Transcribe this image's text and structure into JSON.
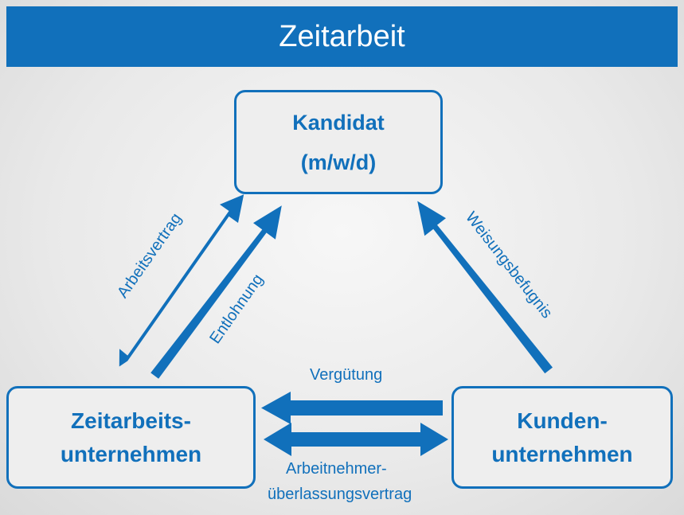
{
  "title": "Zeitarbeit",
  "nodes": {
    "kandidat": [
      "Kandidat",
      "(m/w/d)"
    ],
    "zeitarbeitsunternehmen": [
      "Zeitarbeits-",
      "unternehmen"
    ],
    "kundenunternehmen": [
      "Kunden-",
      "unternehmen"
    ]
  },
  "edges": {
    "arbeitsvertrag": "Arbeitsvertrag",
    "entlohnung": "Entlohnung",
    "weisungsbefugnis": "Weisungsbefugnis",
    "verguetung": "Vergütung",
    "ueberlassung_line1": "Arbeitnehmer-",
    "ueberlassung_line2": "überlassungsvertrag"
  },
  "colors": {
    "accent": "#1170bb",
    "background": "#ececec"
  }
}
